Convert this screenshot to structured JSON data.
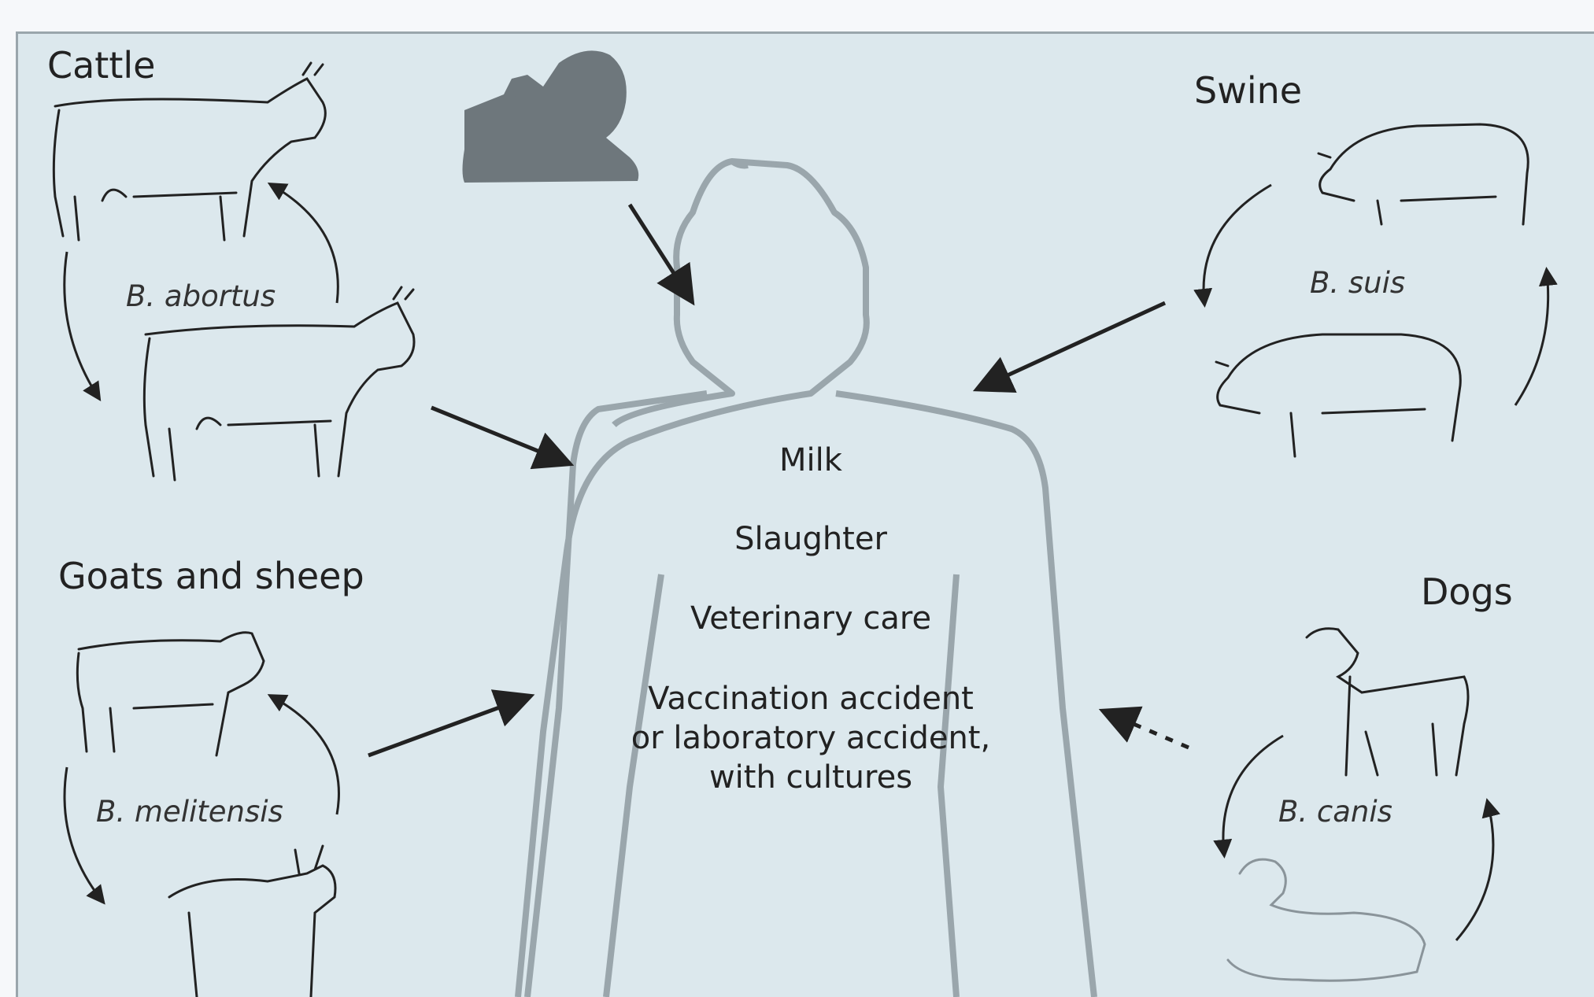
{
  "groups": {
    "cattle": {
      "title": "Cattle",
      "species": "B. abortus"
    },
    "swine": {
      "title": "Swine",
      "species": "B. suis"
    },
    "goats_sheep": {
      "title": "Goats and sheep",
      "species": "B. melitensis"
    },
    "dogs": {
      "title": "Dogs",
      "species": "B. canis"
    }
  },
  "routes": {
    "milk": "Milk",
    "slaughter": "Slaughter",
    "veterinary_care": "Veterinary care",
    "accident_line1": "Vaccination accident",
    "accident_line2": "or laboratory accident,",
    "accident_line3": "with cultures"
  },
  "colors": {
    "panel": "#dce8ed",
    "line": "#222222",
    "silhouette": "#9aa6ac",
    "scientist": "#6e777c"
  },
  "icons": [
    "cow-icon",
    "pig-icon",
    "goat-icon",
    "sheep-icon",
    "dog-icon",
    "puppy-icon",
    "scientist-microscope-icon",
    "human-silhouette-icon"
  ]
}
